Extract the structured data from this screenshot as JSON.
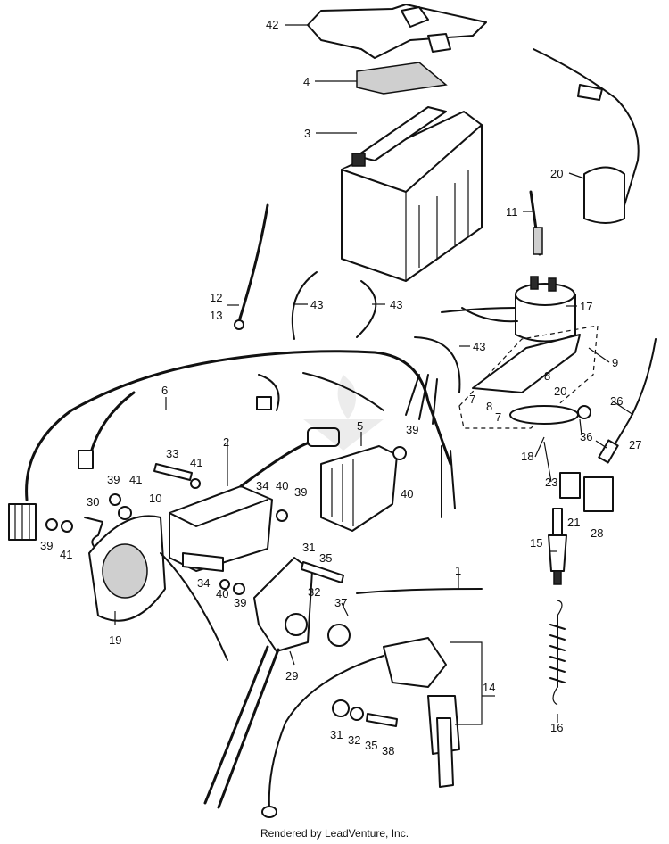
{
  "callouts": {
    "c1": "1",
    "c2": "2",
    "c3": "3",
    "c4": "4",
    "c5": "5",
    "c6": "6",
    "c7a": "7",
    "c7b": "7",
    "c8a": "8",
    "c8b": "8",
    "c9": "9",
    "c10": "10",
    "c11": "11",
    "c12": "12",
    "c13": "13",
    "c14": "14",
    "c15": "15",
    "c16": "16",
    "c17": "17",
    "c18": "18",
    "c19": "19",
    "c20a": "20",
    "c20b": "20",
    "c21": "21",
    "c23": "23",
    "c26": "26",
    "c27": "27",
    "c28": "28",
    "c29": "29",
    "c30": "30",
    "c31a": "31",
    "c31b": "31",
    "c32a": "32",
    "c32b": "32",
    "c33": "33",
    "c34a": "34",
    "c34b": "34",
    "c35a": "35",
    "c35b": "35",
    "c36": "36",
    "c37": "37",
    "c38": "38",
    "c39a": "39",
    "c39b": "39",
    "c39c": "39",
    "c39d": "39",
    "c39e": "39",
    "c40a": "40",
    "c40b": "40",
    "c40c": "40",
    "c41a": "41",
    "c41b": "41",
    "c41c": "41",
    "c42": "42",
    "c43a": "43",
    "c43b": "43",
    "c43c": "43"
  },
  "footer": {
    "credit": "Rendered by LeadVenture, Inc."
  }
}
